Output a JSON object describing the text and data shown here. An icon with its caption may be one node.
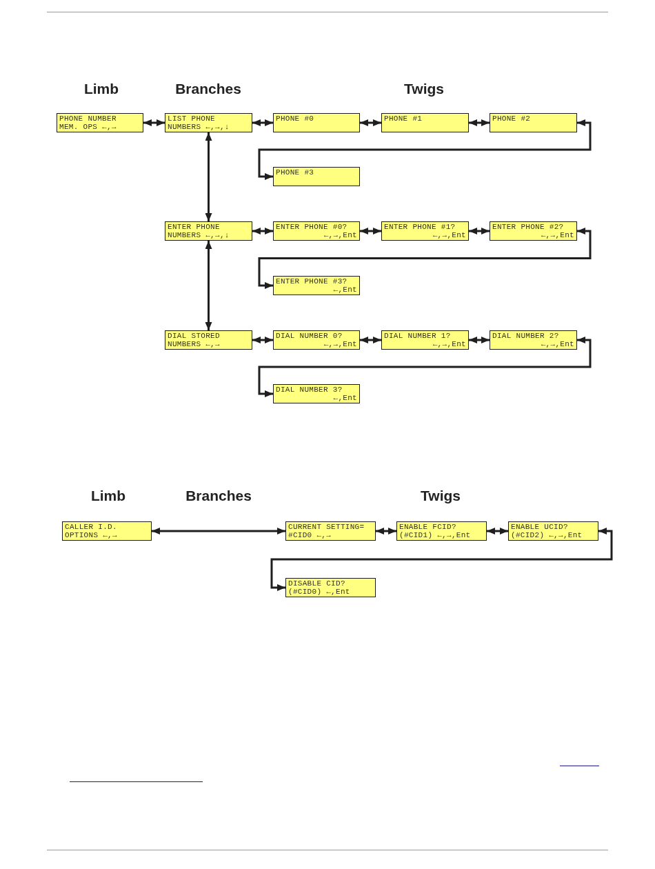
{
  "diagram": {
    "nodes": [
      {
        "text": [
          "PHONE NUMBER",
          "MEM. OPS ←,→"
        ]
      },
      {
        "text": [
          "LIST PHONE",
          "NUMBERS ←,→,↓"
        ]
      },
      {
        "text": [
          "PHONE #0"
        ]
      },
      {
        "text": [
          "PHONE #1"
        ]
      },
      {
        "text": [
          "PHONE #2"
        ]
      },
      {
        "text": [
          "PHONE #3"
        ]
      },
      {
        "text": [
          "ENTER PHONE",
          "NUMBERS ←,→,↓"
        ]
      },
      {
        "text": [
          "ENTER PHONE #0?",
          "←,→,Ent"
        ]
      },
      {
        "text": [
          "ENTER PHONE #1?",
          "←,→,Ent"
        ]
      },
      {
        "text": [
          "ENTER PHONE #2?",
          "←,→,Ent"
        ]
      },
      {
        "text": [
          "ENTER PHONE #3?",
          "←,Ent"
        ]
      },
      {
        "text": [
          "DIAL STORED",
          "NUMBERS ←,→"
        ]
      },
      {
        "text": [
          "DIAL NUMBER 0?",
          "←,→,Ent"
        ]
      },
      {
        "text": [
          "DIAL NUMBER 1?",
          "←,→,Ent"
        ]
      },
      {
        "text": [
          "DIAL NUMBER 2?",
          "←,→,Ent"
        ]
      },
      {
        "text": [
          "DIAL NUMBER 3?",
          "←,Ent"
        ]
      },
      {
        "text": [
          "CALLER I.D.",
          "OPTIONS ←,→"
        ]
      },
      {
        "text": [
          "CURRENT SETTING=",
          "#CID0 ←,→"
        ]
      },
      {
        "text": [
          "ENABLE FCID?",
          "(#CID1) ←,→,Ent"
        ]
      },
      {
        "text": [
          "ENABLE UCID?",
          "(#CID2) ←,→,Ent"
        ]
      },
      {
        "text": [
          "DISABLE CID?",
          "(#CID0) ←,Ent"
        ]
      }
    ],
    "edges": [
      {
        "from": 0,
        "to": 1,
        "arrow": "both"
      },
      {
        "from": 1,
        "to": 2,
        "arrow": "both"
      },
      {
        "from": 2,
        "to": 3,
        "arrow": "both"
      },
      {
        "from": 3,
        "to": 4,
        "arrow": "both"
      },
      {
        "from": 4,
        "to": 5,
        "arrow": "both"
      },
      {
        "from": 1,
        "to": 6,
        "arrow": "both"
      },
      {
        "from": 6,
        "to": 7,
        "arrow": "both"
      },
      {
        "from": 7,
        "to": 8,
        "arrow": "both"
      },
      {
        "from": 8,
        "to": 9,
        "arrow": "both"
      },
      {
        "from": 9,
        "to": 10,
        "arrow": "both"
      },
      {
        "from": 6,
        "to": 11,
        "arrow": "both"
      },
      {
        "from": 11,
        "to": 12,
        "arrow": "both"
      },
      {
        "from": 12,
        "to": 13,
        "arrow": "both"
      },
      {
        "from": 13,
        "to": 14,
        "arrow": "both"
      },
      {
        "from": 14,
        "to": 15,
        "arrow": "both"
      },
      {
        "from": 16,
        "to": 17,
        "arrow": "both"
      },
      {
        "from": 17,
        "to": 18,
        "arrow": "both"
      },
      {
        "from": 18,
        "to": 19,
        "arrow": "both"
      },
      {
        "from": 19,
        "to": 20,
        "arrow": "both"
      }
    ],
    "labels": [
      "Limb",
      "Branches",
      "Twigs",
      "Limb",
      "Branches",
      "Twigs"
    ]
  }
}
